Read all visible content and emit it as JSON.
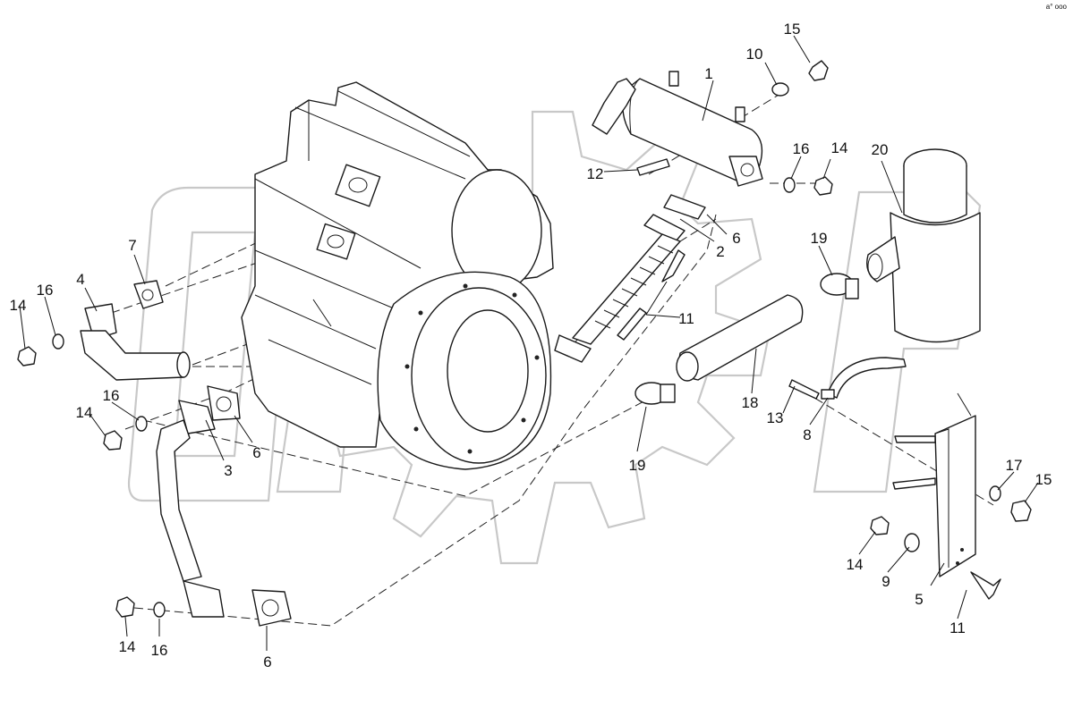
{
  "corner_mark": "a° ooo",
  "callouts": [
    {
      "id": "c1",
      "text": "1"
    },
    {
      "id": "c2",
      "text": "2"
    },
    {
      "id": "c3",
      "text": "3"
    },
    {
      "id": "c4",
      "text": "4"
    },
    {
      "id": "c5",
      "text": "5"
    },
    {
      "id": "c6a",
      "text": "6"
    },
    {
      "id": "c6b",
      "text": "6"
    },
    {
      "id": "c6c",
      "text": "6"
    },
    {
      "id": "c7",
      "text": "7"
    },
    {
      "id": "c8",
      "text": "8"
    },
    {
      "id": "c9",
      "text": "9"
    },
    {
      "id": "c10",
      "text": "10"
    },
    {
      "id": "c11a",
      "text": "11"
    },
    {
      "id": "c11b",
      "text": "11"
    },
    {
      "id": "c12",
      "text": "12"
    },
    {
      "id": "c13",
      "text": "13"
    },
    {
      "id": "c14a",
      "text": "14"
    },
    {
      "id": "c14b",
      "text": "14"
    },
    {
      "id": "c14c",
      "text": "14"
    },
    {
      "id": "c14d",
      "text": "14"
    },
    {
      "id": "c14e",
      "text": "14"
    },
    {
      "id": "c15a",
      "text": "15"
    },
    {
      "id": "c15b",
      "text": "15"
    },
    {
      "id": "c16a",
      "text": "16"
    },
    {
      "id": "c16b",
      "text": "16"
    },
    {
      "id": "c16c",
      "text": "16"
    },
    {
      "id": "c16d",
      "text": "16"
    },
    {
      "id": "c17",
      "text": "17"
    },
    {
      "id": "c18",
      "text": "18"
    },
    {
      "id": "c19a",
      "text": "19"
    },
    {
      "id": "c19b",
      "text": "19"
    },
    {
      "id": "c20",
      "text": "20"
    }
  ]
}
